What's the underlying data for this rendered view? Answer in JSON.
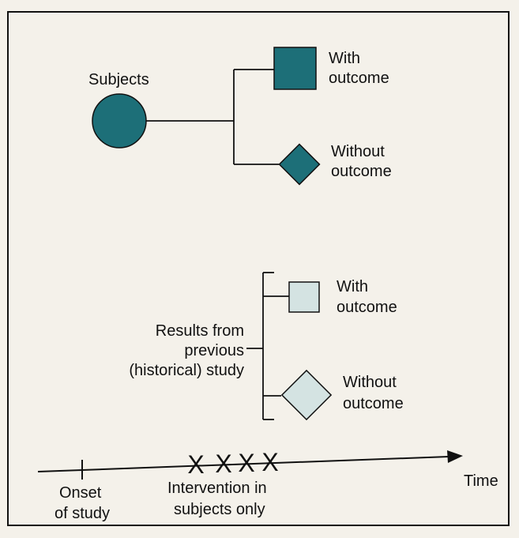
{
  "diagram": {
    "subjects_label": "Subjects",
    "with_outcome_1": [
      "With",
      "outcome"
    ],
    "without_outcome_1": [
      "Without",
      "outcome"
    ],
    "with_outcome_2": [
      "With",
      "outcome"
    ],
    "without_outcome_2": [
      "Without",
      "outcome"
    ],
    "historical_label": [
      "Results from",
      "previous",
      "(historical) study"
    ],
    "intervention_label": [
      "Intervention in",
      "subjects only"
    ],
    "onset_label": [
      "Onset",
      "of study"
    ],
    "time_label": "Time",
    "intervention_marks": [
      "X",
      "X",
      "X",
      "X"
    ]
  },
  "colors": {
    "current_group": "#1d6f78",
    "historical_group": "#d4e3e2",
    "line": "#111111",
    "frame": "#111111",
    "background": "#f4f1ea"
  }
}
